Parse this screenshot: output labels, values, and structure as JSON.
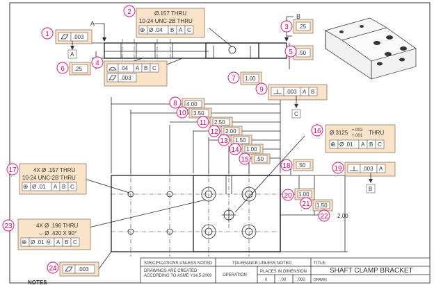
{
  "title_block": {
    "spec_header": "SPECIFICATIONS UNLESS NOTED",
    "spec_line1": "DRAWINGS ARE CREATED",
    "spec_line2": "ACCORDING TO ASME Y14.5-2009",
    "tol_header": "TOLERANCE UNLESS NOTED",
    "operation": "OPERATION",
    "places": "PLACES IN DIMENSION",
    "p0": "0",
    "p1": ".00",
    "p2": ".000",
    "title_label": "TITLE:",
    "title": "SHAFT CLAMP BRACKET",
    "drawn": "DRAWN"
  },
  "notes": "NOTES",
  "section_labels": {
    "a": "A",
    "b": "B"
  },
  "datums": {
    "a": "A",
    "b": "B",
    "c": "C"
  },
  "balloons": [
    "1",
    "2",
    "3",
    "4",
    "5",
    "6",
    "7",
    "8",
    "9",
    "10",
    "11",
    "12",
    "13",
    "14",
    "15",
    "16",
    "17",
    "18",
    "19",
    "20",
    "21",
    "22",
    "23",
    "24"
  ],
  "callouts": {
    "c1_tol": ".003",
    "c2_line1": "Ø.157 THRU",
    "c2_line2": "10-24 UNC-2B THRU",
    "c2_sym": "⊕",
    "c2_tol": "Ø .04",
    "c2_d1": "B",
    "c2_d2": "A",
    "c2_d3": "C",
    "c3_val": ".25",
    "c4_tol1": ".04",
    "c4_d1": "A",
    "c4_d2": "B",
    "c4_d3": "C",
    "c4_tol2": ".003",
    "c5_val": ".50",
    "c6_val": ".25",
    "c7_val": "1.00",
    "c8_val": "4.00",
    "c9_tol": ".003",
    "c9_d1": "A",
    "c9_d2": "B",
    "c10_val": "3.50",
    "c11_val": "2.50",
    "c12_val": "2.00",
    "c13_val": "1.50",
    "c14_val": "1.00",
    "c15_val": ".50",
    "c16_line1": "Ø.3125",
    "c16_plus": "+.002",
    "c16_minus": "+.001",
    "c16_thru": "THRU",
    "c16_sym": "⊕",
    "c16_tol": "Ø .01",
    "c16_d1": "A",
    "c16_d2": "B",
    "c16_d3": "C",
    "c17_line1": "4X  Ø .157 THRU",
    "c17_line2": "10-24 UNC-2B THRU",
    "c17_sym": "⊕",
    "c17_tol": "Ø .01",
    "c17_d1": "A",
    "c17_d2": "B",
    "c17_d3": "C",
    "c18_val": ".50",
    "c19_tol": ".003",
    "c19_d1": "A",
    "c20_val": "1.00",
    "c21_val": "1.50",
    "c22_val": "2.00",
    "c23_line1": "4X  Ø .196 THRU",
    "c23_line2": "⌵  Ø .420 X 90°",
    "c23_sym": "⊕",
    "c23_tol": "Ø .01 Ⓜ",
    "c23_d1": "A",
    "c23_d2": "B",
    "c23_d3": "C",
    "c24_tol": ".003"
  }
}
